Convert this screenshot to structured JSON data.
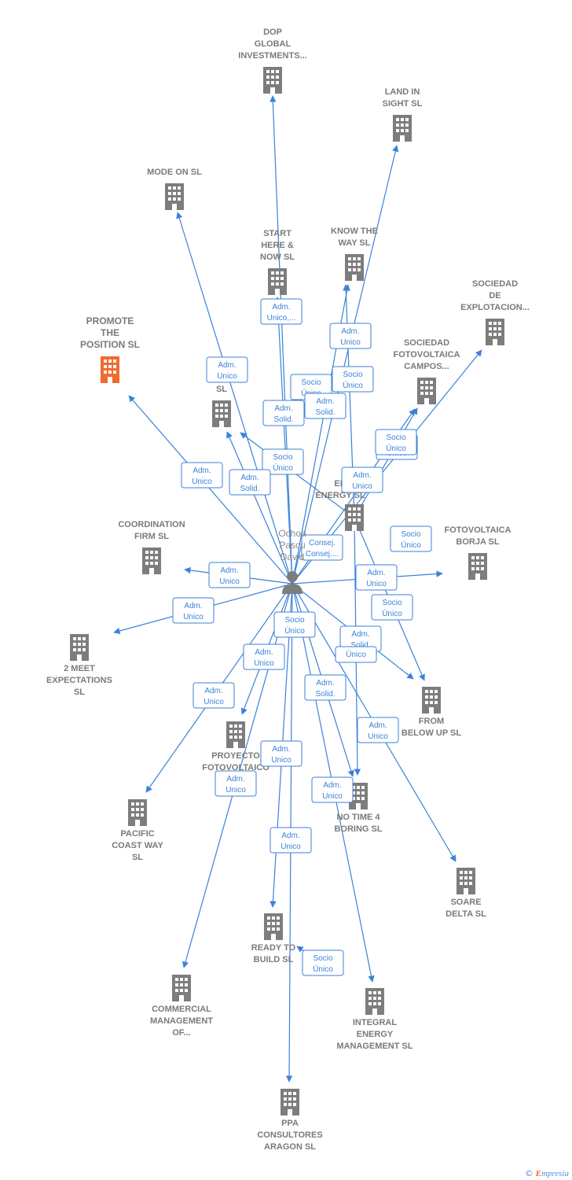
{
  "colors": {
    "edge": "#3b82d9",
    "building": "#7d7d7d",
    "focus_building": "#f26a2e",
    "person": "#7d7d7d",
    "label": "#7a7a7a"
  },
  "person": {
    "name_lines": [
      "Ochoa",
      "Pascu",
      "David"
    ],
    "icon": "person-icon"
  },
  "companies": [
    {
      "id": "dop",
      "lines": [
        "DOP",
        "GLOBAL",
        "INVESTMENTS..."
      ],
      "icon": "building-icon",
      "focus": false
    },
    {
      "id": "land",
      "lines": [
        "LAND IN",
        "SIGHT SL"
      ],
      "icon": "building-icon",
      "focus": false
    },
    {
      "id": "mode",
      "lines": [
        "MODE ON SL"
      ],
      "icon": "building-icon",
      "focus": false
    },
    {
      "id": "start",
      "lines": [
        "START",
        "HERE &",
        "NOW SL"
      ],
      "icon": "building-icon",
      "focus": false
    },
    {
      "id": "know",
      "lines": [
        "KNOW THE",
        "WAY SL"
      ],
      "icon": "building-icon",
      "focus": false
    },
    {
      "id": "soc_expl",
      "lines": [
        "SOCIEDAD",
        "DE",
        "EXPLOTACION..."
      ],
      "icon": "building-icon",
      "focus": false
    },
    {
      "id": "promote",
      "lines": [
        "PROMOTE",
        "THE",
        "POSITION SL"
      ],
      "icon": "building-icon",
      "focus": true
    },
    {
      "id": "exc",
      "lines": [
        "EXC",
        "CON",
        "SL"
      ],
      "icon": "building-icon",
      "focus": false
    },
    {
      "id": "soc_foto",
      "lines": [
        "SOCIEDAD",
        "FOTOVOLTAICA",
        "CAMPOS..."
      ],
      "icon": "building-icon",
      "focus": false
    },
    {
      "id": "er_energy",
      "lines": [
        "ER",
        "ENERGY SL"
      ],
      "icon": "building-icon",
      "focus": false
    },
    {
      "id": "coord",
      "lines": [
        "COORDINATION",
        "FIRM SL"
      ],
      "icon": "building-icon",
      "focus": false
    },
    {
      "id": "foto_borja",
      "lines": [
        "FOTOVOLTAICA",
        "BORJA SL"
      ],
      "icon": "building-icon",
      "focus": false
    },
    {
      "id": "meet",
      "lines": [
        "2 MEET",
        "EXPECTATIONS",
        "SL"
      ],
      "icon": "building-icon",
      "focus": false
    },
    {
      "id": "from_below",
      "lines": [
        "FROM",
        "BELOW UP SL"
      ],
      "icon": "building-icon",
      "focus": false
    },
    {
      "id": "proyecto",
      "lines": [
        "PROYECTO",
        "FOTOVOLTAICO",
        "C..."
      ],
      "icon": "building-icon",
      "focus": false
    },
    {
      "id": "pacific",
      "lines": [
        "PACIFIC",
        "COAST WAY",
        "SL"
      ],
      "icon": "building-icon",
      "focus": false
    },
    {
      "id": "no_time",
      "lines": [
        "NO TIME 4",
        "BORING SL"
      ],
      "icon": "building-icon",
      "focus": false
    },
    {
      "id": "soare",
      "lines": [
        "SOARE",
        "DELTA SL"
      ],
      "icon": "building-icon",
      "focus": false
    },
    {
      "id": "ready",
      "lines": [
        "READY TO",
        "BUILD SL"
      ],
      "icon": "building-icon",
      "focus": false
    },
    {
      "id": "commercial",
      "lines": [
        "COMMERCIAL",
        "MANAGEMENT",
        "OF..."
      ],
      "icon": "building-icon",
      "focus": false
    },
    {
      "id": "integral",
      "lines": [
        "INTEGRAL",
        "ENERGY",
        "MANAGEMENT SL"
      ],
      "icon": "building-icon",
      "focus": false
    },
    {
      "id": "ppa",
      "lines": [
        "PPA",
        "CONSULTORES",
        "ARAGON SL"
      ],
      "icon": "building-icon",
      "focus": false
    }
  ],
  "relations": [
    {
      "lines": [
        "Adm.",
        "Unico,..."
      ]
    },
    {
      "lines": [
        "Adm.",
        "Unico"
      ]
    },
    {
      "lines": [
        "Adm.",
        "Unico"
      ]
    },
    {
      "lines": [
        "Socio",
        "Único"
      ]
    },
    {
      "lines": [
        "Socio",
        "Único"
      ]
    },
    {
      "lines": [
        "Adm.",
        "Solid."
      ]
    },
    {
      "lines": [
        "Adm.",
        "Solid."
      ]
    },
    {
      "lines": [
        "Adm.",
        "Unico"
      ]
    },
    {
      "lines": [
        "Socio",
        "Único"
      ]
    },
    {
      "lines": [
        "Adm.",
        "Solid."
      ]
    },
    {
      "lines": [
        "Socio",
        "Único"
      ]
    },
    {
      "lines": [
        "Socio",
        "Único"
      ]
    },
    {
      "lines": [
        "Adm.",
        "Unico"
      ]
    },
    {
      "lines": [
        "Consej.",
        "Consej...."
      ]
    },
    {
      "lines": [
        "Socio",
        "Único"
      ]
    },
    {
      "lines": [
        "Adm.",
        "Unico"
      ]
    },
    {
      "lines": [
        "Adm.",
        "Unico"
      ]
    },
    {
      "lines": [
        "Adm.",
        "Unico"
      ]
    },
    {
      "lines": [
        "Socio",
        "Único"
      ]
    },
    {
      "lines": [
        "Socio",
        "Único"
      ]
    },
    {
      "lines": [
        "Adm.",
        "Solid."
      ]
    },
    {
      "lines": [
        "Adm.",
        "Unico"
      ]
    },
    {
      "lines": [
        "Único"
      ]
    },
    {
      "lines": [
        "Adm.",
        "Unico"
      ]
    },
    {
      "lines": [
        "Adm.",
        "Solid."
      ]
    },
    {
      "lines": [
        "Adm.",
        "Unico"
      ]
    },
    {
      "lines": [
        "Adm.",
        "Unico"
      ]
    },
    {
      "lines": [
        "Adm.",
        "Unico"
      ]
    },
    {
      "lines": [
        "Adm.",
        "Unico"
      ]
    },
    {
      "lines": [
        "Adm.",
        "Unico"
      ]
    },
    {
      "lines": [
        "Socio",
        "Único"
      ]
    }
  ],
  "footer": {
    "copyright": "©",
    "brand_first": "E",
    "brand_rest": "mpresia"
  }
}
